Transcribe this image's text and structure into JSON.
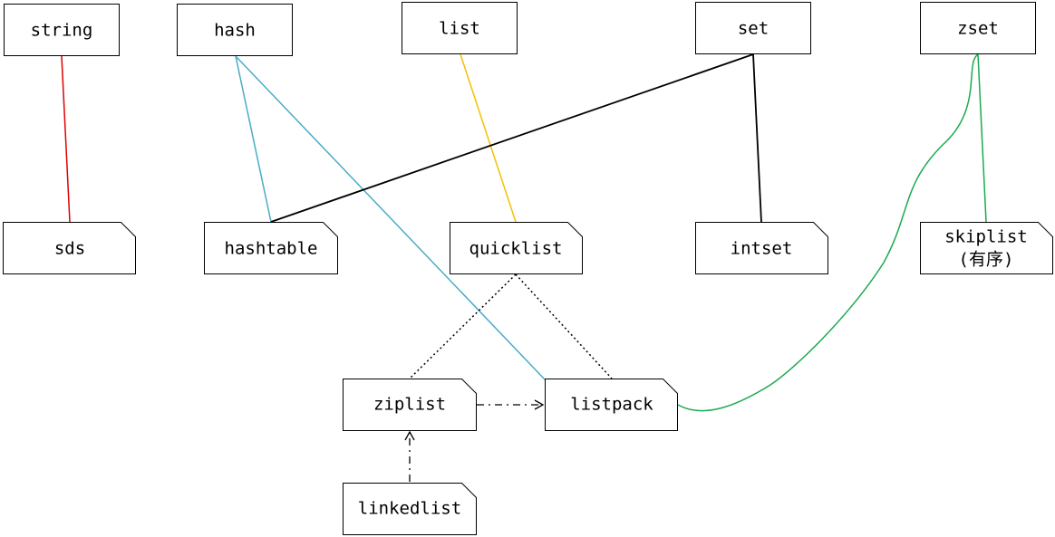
{
  "types": {
    "string": "string",
    "hash": "hash",
    "list": "list",
    "set": "set",
    "zset": "zset"
  },
  "encodings": {
    "sds": "sds",
    "hashtable": "hashtable",
    "quicklist": "quicklist",
    "intset": "intset",
    "skiplist_line1": "skiplist",
    "skiplist_line2": "(有序)",
    "ziplist": "ziplist",
    "listpack": "listpack",
    "linkedlist": "linkedlist"
  },
  "colors": {
    "string_link": "#e00000",
    "hash_link": "#4aabc6",
    "list_link": "#f5c000",
    "set_link": "#000000",
    "zset_link": "#1aaa50",
    "internal_link": "#000000"
  }
}
